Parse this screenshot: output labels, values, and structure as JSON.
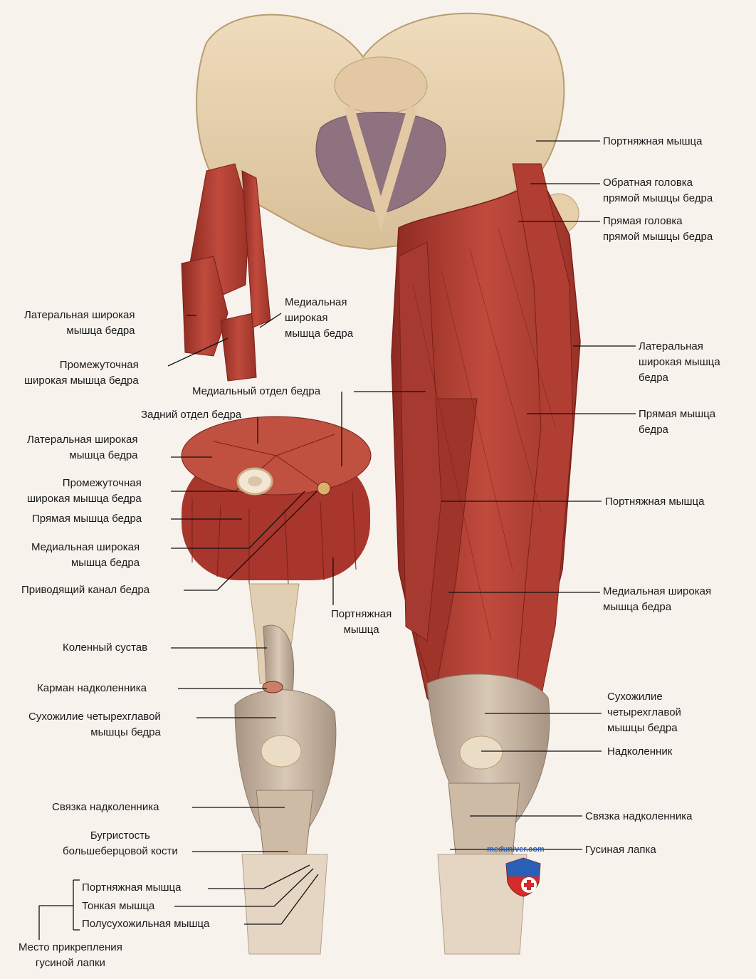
{
  "labels_left": {
    "lateral_vastus_top": "Латеральная широкая\nмышца бедра",
    "medial_vastus_top": "Медиальная\nширокая\nмышца бедра",
    "intermediate_vastus_top": "Промежуточная\nширокая мышца бедра",
    "medial_compartment": "Медиальный отдел бедра",
    "posterior_compartment": "Задний отдел бедра",
    "lateral_vastus_cs": "Латеральная широкая\nмышца бедра",
    "intermediate_vastus_cs": "Промежуточная\nширокая мышца бедра",
    "rectus_cs": "Прямая мышца бедра",
    "medial_vastus_cs": "Медиальная широкая\nмышца бедра",
    "adductor_canal": "Приводящий канал бедра",
    "sartorius_cs": "Портняжная\nмышца",
    "knee_joint": "Коленный сустав",
    "suprapatellar_bursa": "Карман надколенника",
    "quadriceps_tendon": "Сухожилие четырехглавой\nмышцы бедра",
    "patellar_ligament": "Связка надколенника",
    "tibial_tuberosity": "Бугристость\nбольшеберцовой кости",
    "sartorius_low": "Портняжная мышца",
    "gracilis": "Тонкая мышца",
    "semitendinosus": "Полусухожильная мышца",
    "pes_anserinus_insertion": "Место прикрепления\nгусиной лапки"
  },
  "labels_right": {
    "sartorius_top": "Портняжная мышца",
    "reflected_head": "Обратная головка\nпрямой мышцы бедра",
    "straight_head": "Прямая головка\nпрямой мышцы бедра",
    "lateral_vastus": "Латеральная\nширокая мышца\nбедра",
    "rectus_femoris": "Прямая мышца\nбедра",
    "sartorius_mid": "Портняжная мышца",
    "medial_vastus": "Медиальная широкая\nмышца бедра",
    "quadriceps_tendon": "Сухожилие\nчетырехглавой\nмышцы бедра",
    "patella": "Надколенник",
    "patellar_ligament": "Связка надколенника",
    "pes_anserinus": "Гусиная лапка"
  },
  "watermark": "meduniver.com",
  "colors": {
    "muscle": "#b8463a",
    "muscle_dark": "#8e2a22",
    "bone": "#e9d3b0",
    "tendon": "#c9b8a3",
    "line": "#111111"
  }
}
